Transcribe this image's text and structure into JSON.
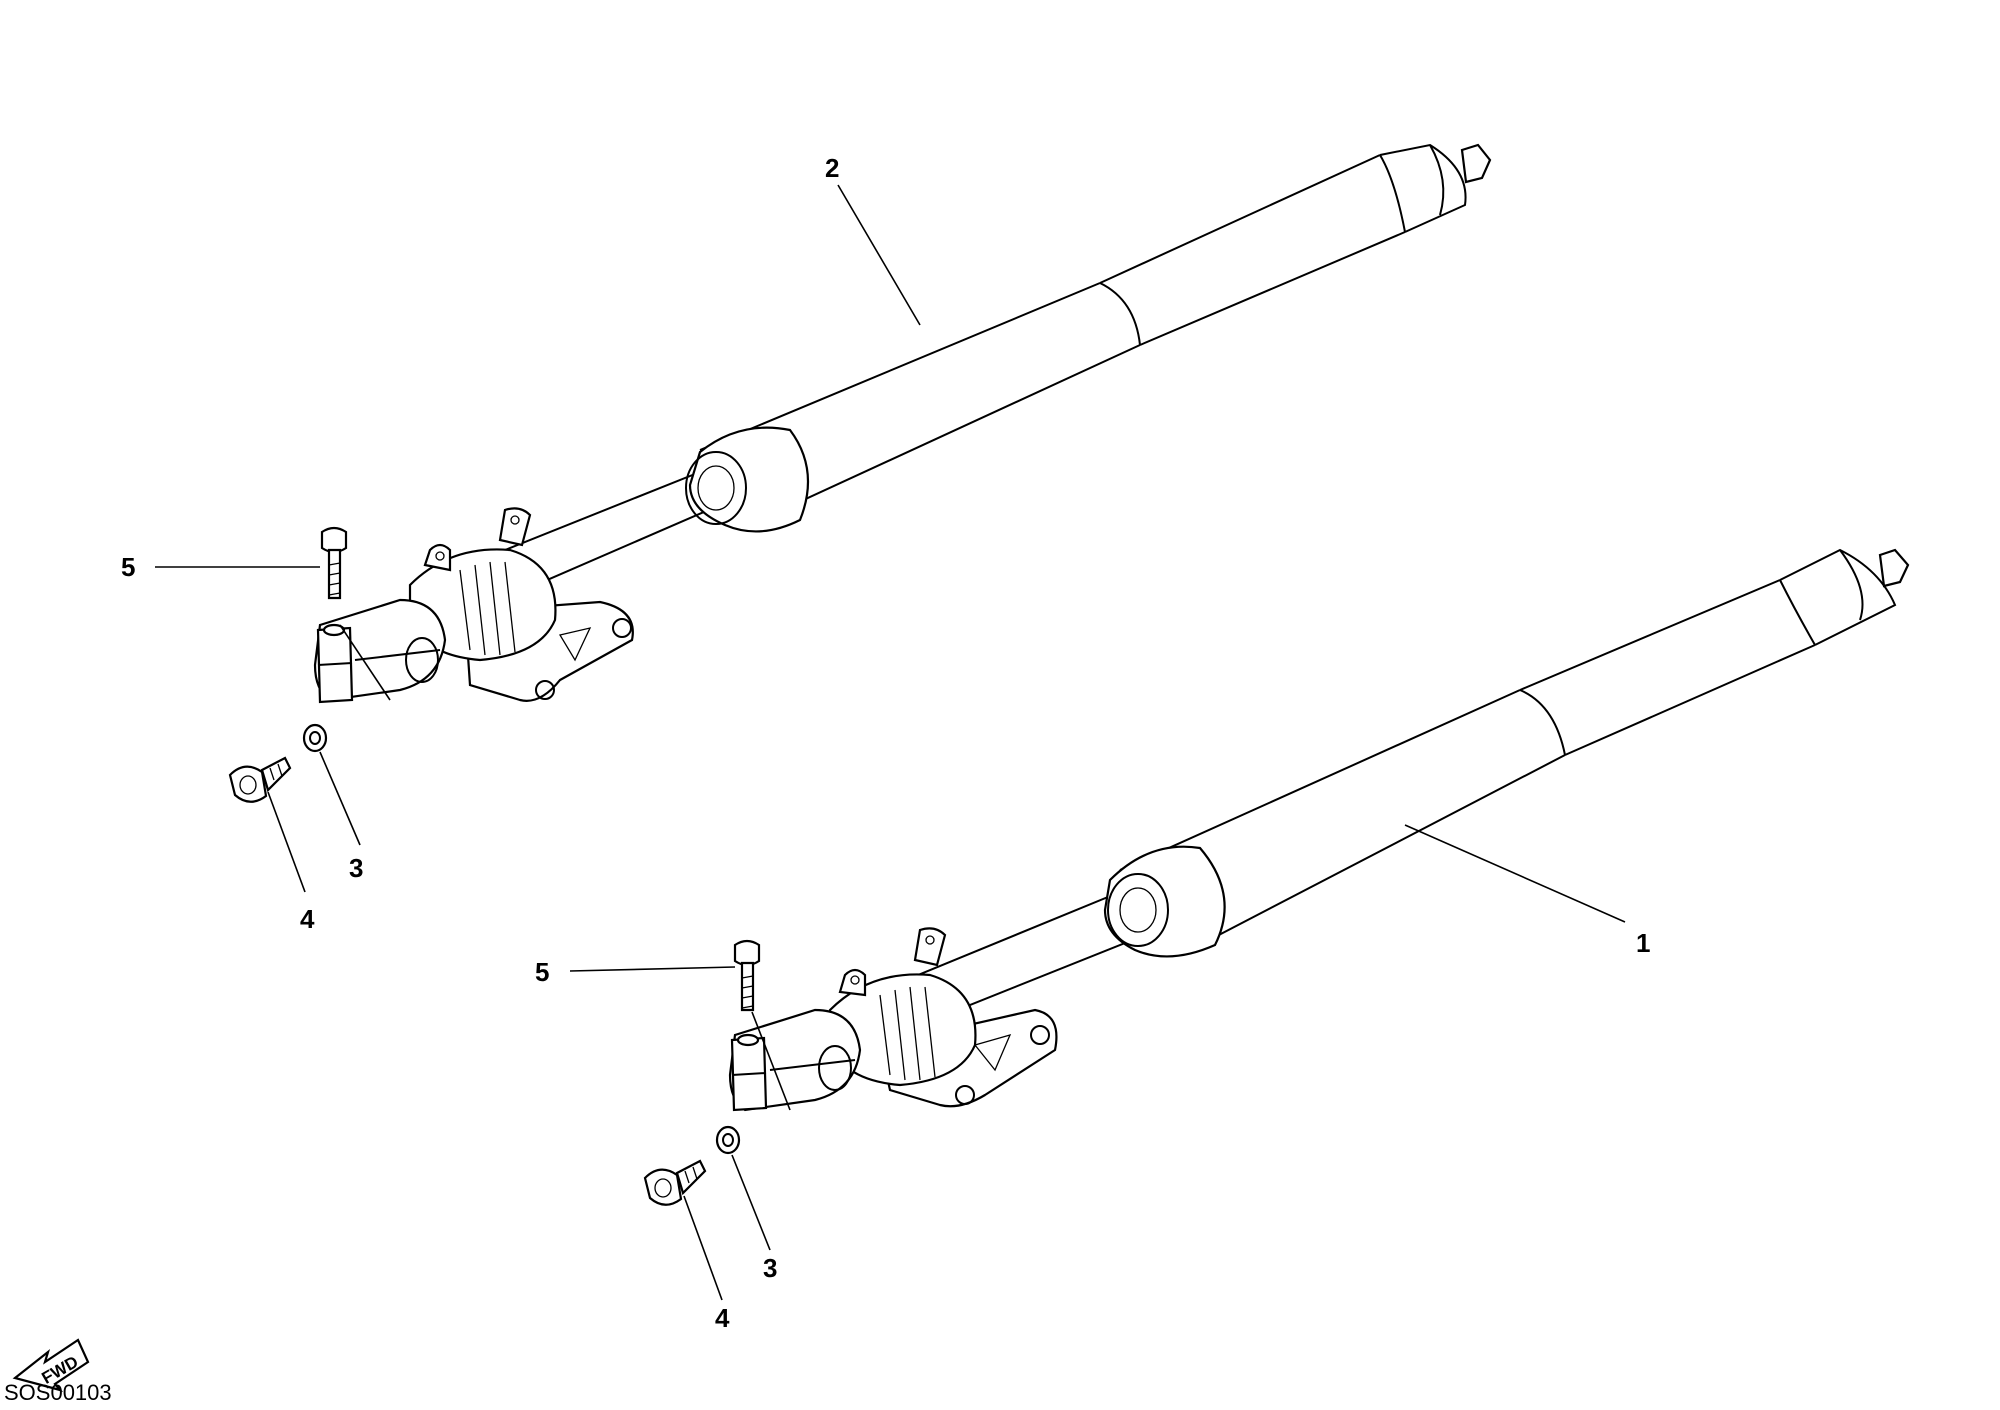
{
  "diagram": {
    "callouts": {
      "fork_right": "1",
      "fork_left": "2",
      "washer_left": "3",
      "washer_right": "3",
      "screw_left": "4",
      "screw_right": "4",
      "bolt_left": "5",
      "bolt_right": "5"
    },
    "direction_label": "FWD",
    "drawing_code": "SOS00103"
  },
  "colors": {
    "ink": "#000000",
    "paper": "#ffffff"
  }
}
